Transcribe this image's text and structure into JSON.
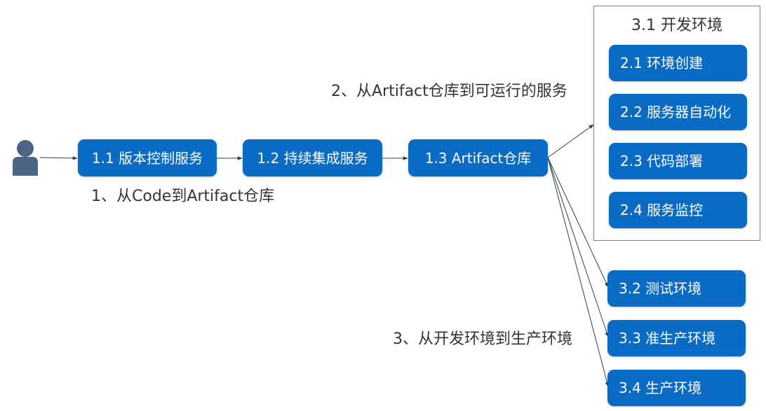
{
  "pipeline": {
    "nodes": [
      {
        "label": "1.1 版本控制服务"
      },
      {
        "label": "1.2 持续集成服务"
      },
      {
        "label": "1.3 Artifact仓库"
      }
    ]
  },
  "captions": {
    "code_to_artifact": "1、从Code到Artifact仓库",
    "artifact_to_service": "2、从Artifact仓库到可运行的服务",
    "dev_to_prod": "3、从开发环境到生产环境"
  },
  "dev_env": {
    "title": "3.1 开发环境",
    "items": [
      {
        "label": "2.1 环境创建"
      },
      {
        "label": "2.2 服务器自动化"
      },
      {
        "label": "2.3 代码部署"
      },
      {
        "label": "2.4 服务监控"
      }
    ]
  },
  "environments": [
    {
      "label": "3.2 测试环境"
    },
    {
      "label": "3.3 准生产环境"
    },
    {
      "label": "3.4 生产环境"
    }
  ],
  "colors": {
    "node_fill": "#0a6bc4",
    "user_icon": "#4d6584",
    "connector": "#2f3e50"
  }
}
